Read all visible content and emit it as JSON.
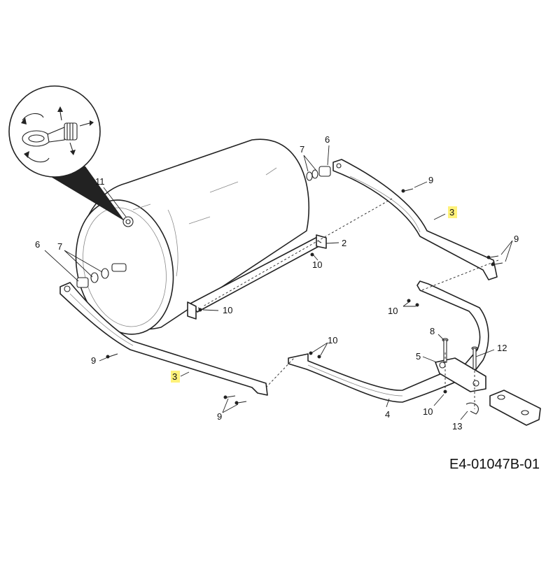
{
  "diagram": {
    "reference_code": "E4-01047B-01",
    "highlight_color": "#fff27a",
    "line_color": "#222222",
    "labels": {
      "p11": "11",
      "p7_top": "7",
      "p6_top": "6",
      "p9_a": "9",
      "p3_right": "3",
      "p9_b": "9",
      "p2": "2",
      "p10_a": "10",
      "p6_left": "6",
      "p7_left": "7",
      "p10_b": "10",
      "p10_c": "10",
      "p8": "8",
      "p12": "12",
      "p5": "5",
      "p10_d": "10",
      "p9_c": "9",
      "p3_left": "3",
      "p10_e": "10",
      "p4": "4",
      "p13": "13",
      "p9_d": "9"
    }
  }
}
